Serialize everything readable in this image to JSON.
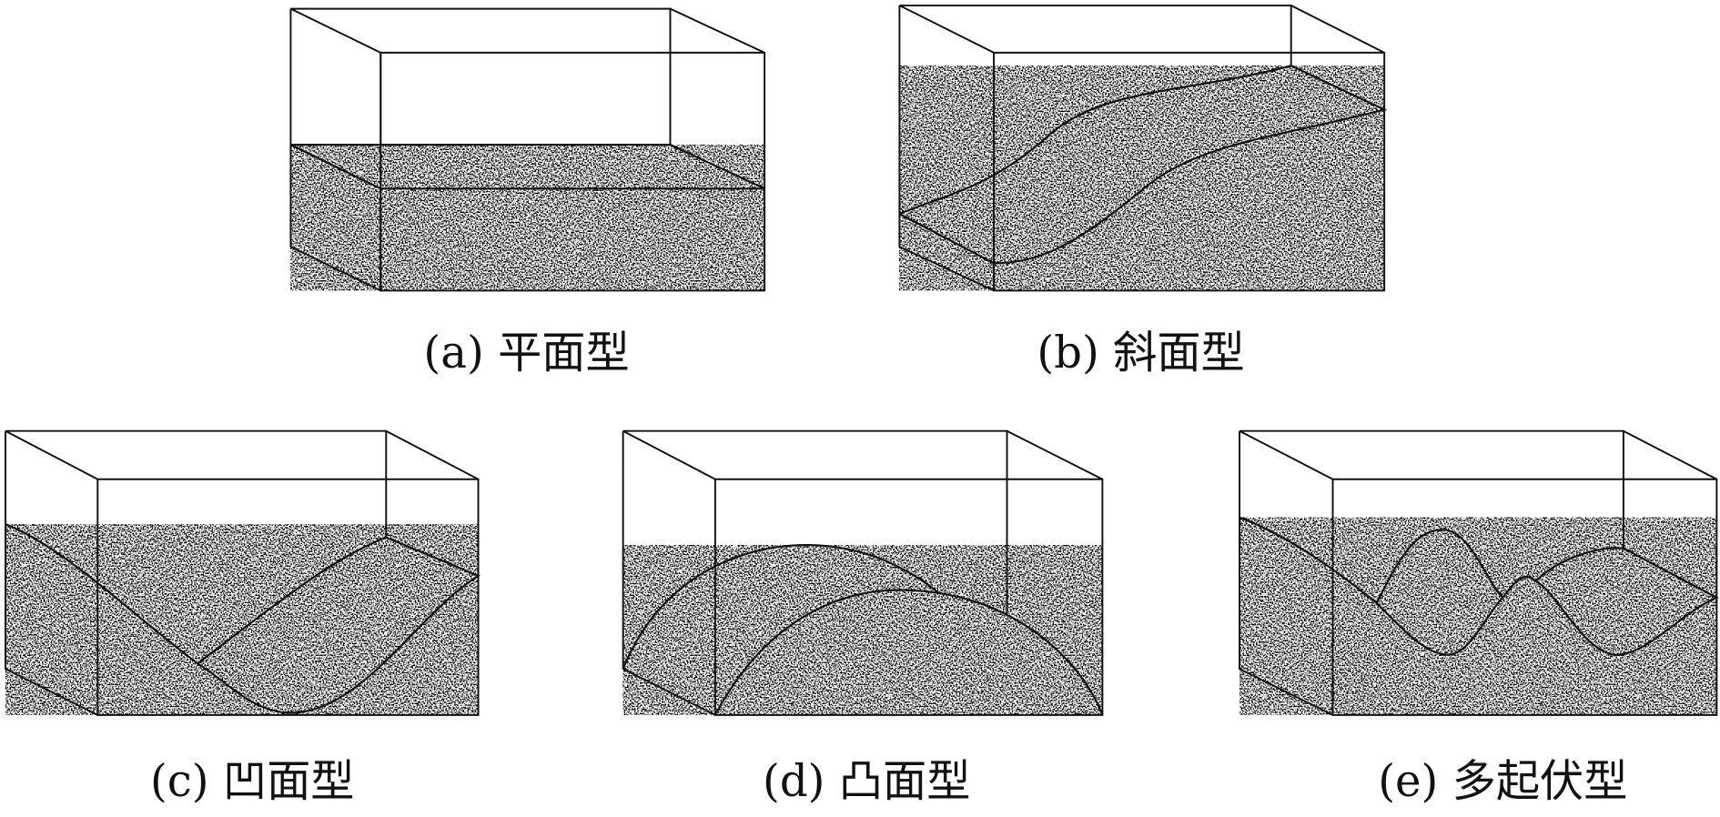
{
  "figure": {
    "panels": [
      {
        "id": "a",
        "label": "(a) 平面型",
        "surface_type": "flat"
      },
      {
        "id": "b",
        "label": "(b) 斜面型",
        "surface_type": "inclined"
      },
      {
        "id": "c",
        "label": "(c) 凹面型",
        "surface_type": "concave"
      },
      {
        "id": "d",
        "label": "(d) 凸面型",
        "surface_type": "convex"
      },
      {
        "id": "e",
        "label": "(e) 多起伏型",
        "surface_type": "undulating"
      }
    ],
    "colors": {
      "line": "#111111",
      "speckle": "#111111",
      "background": "#ffffff"
    }
  }
}
